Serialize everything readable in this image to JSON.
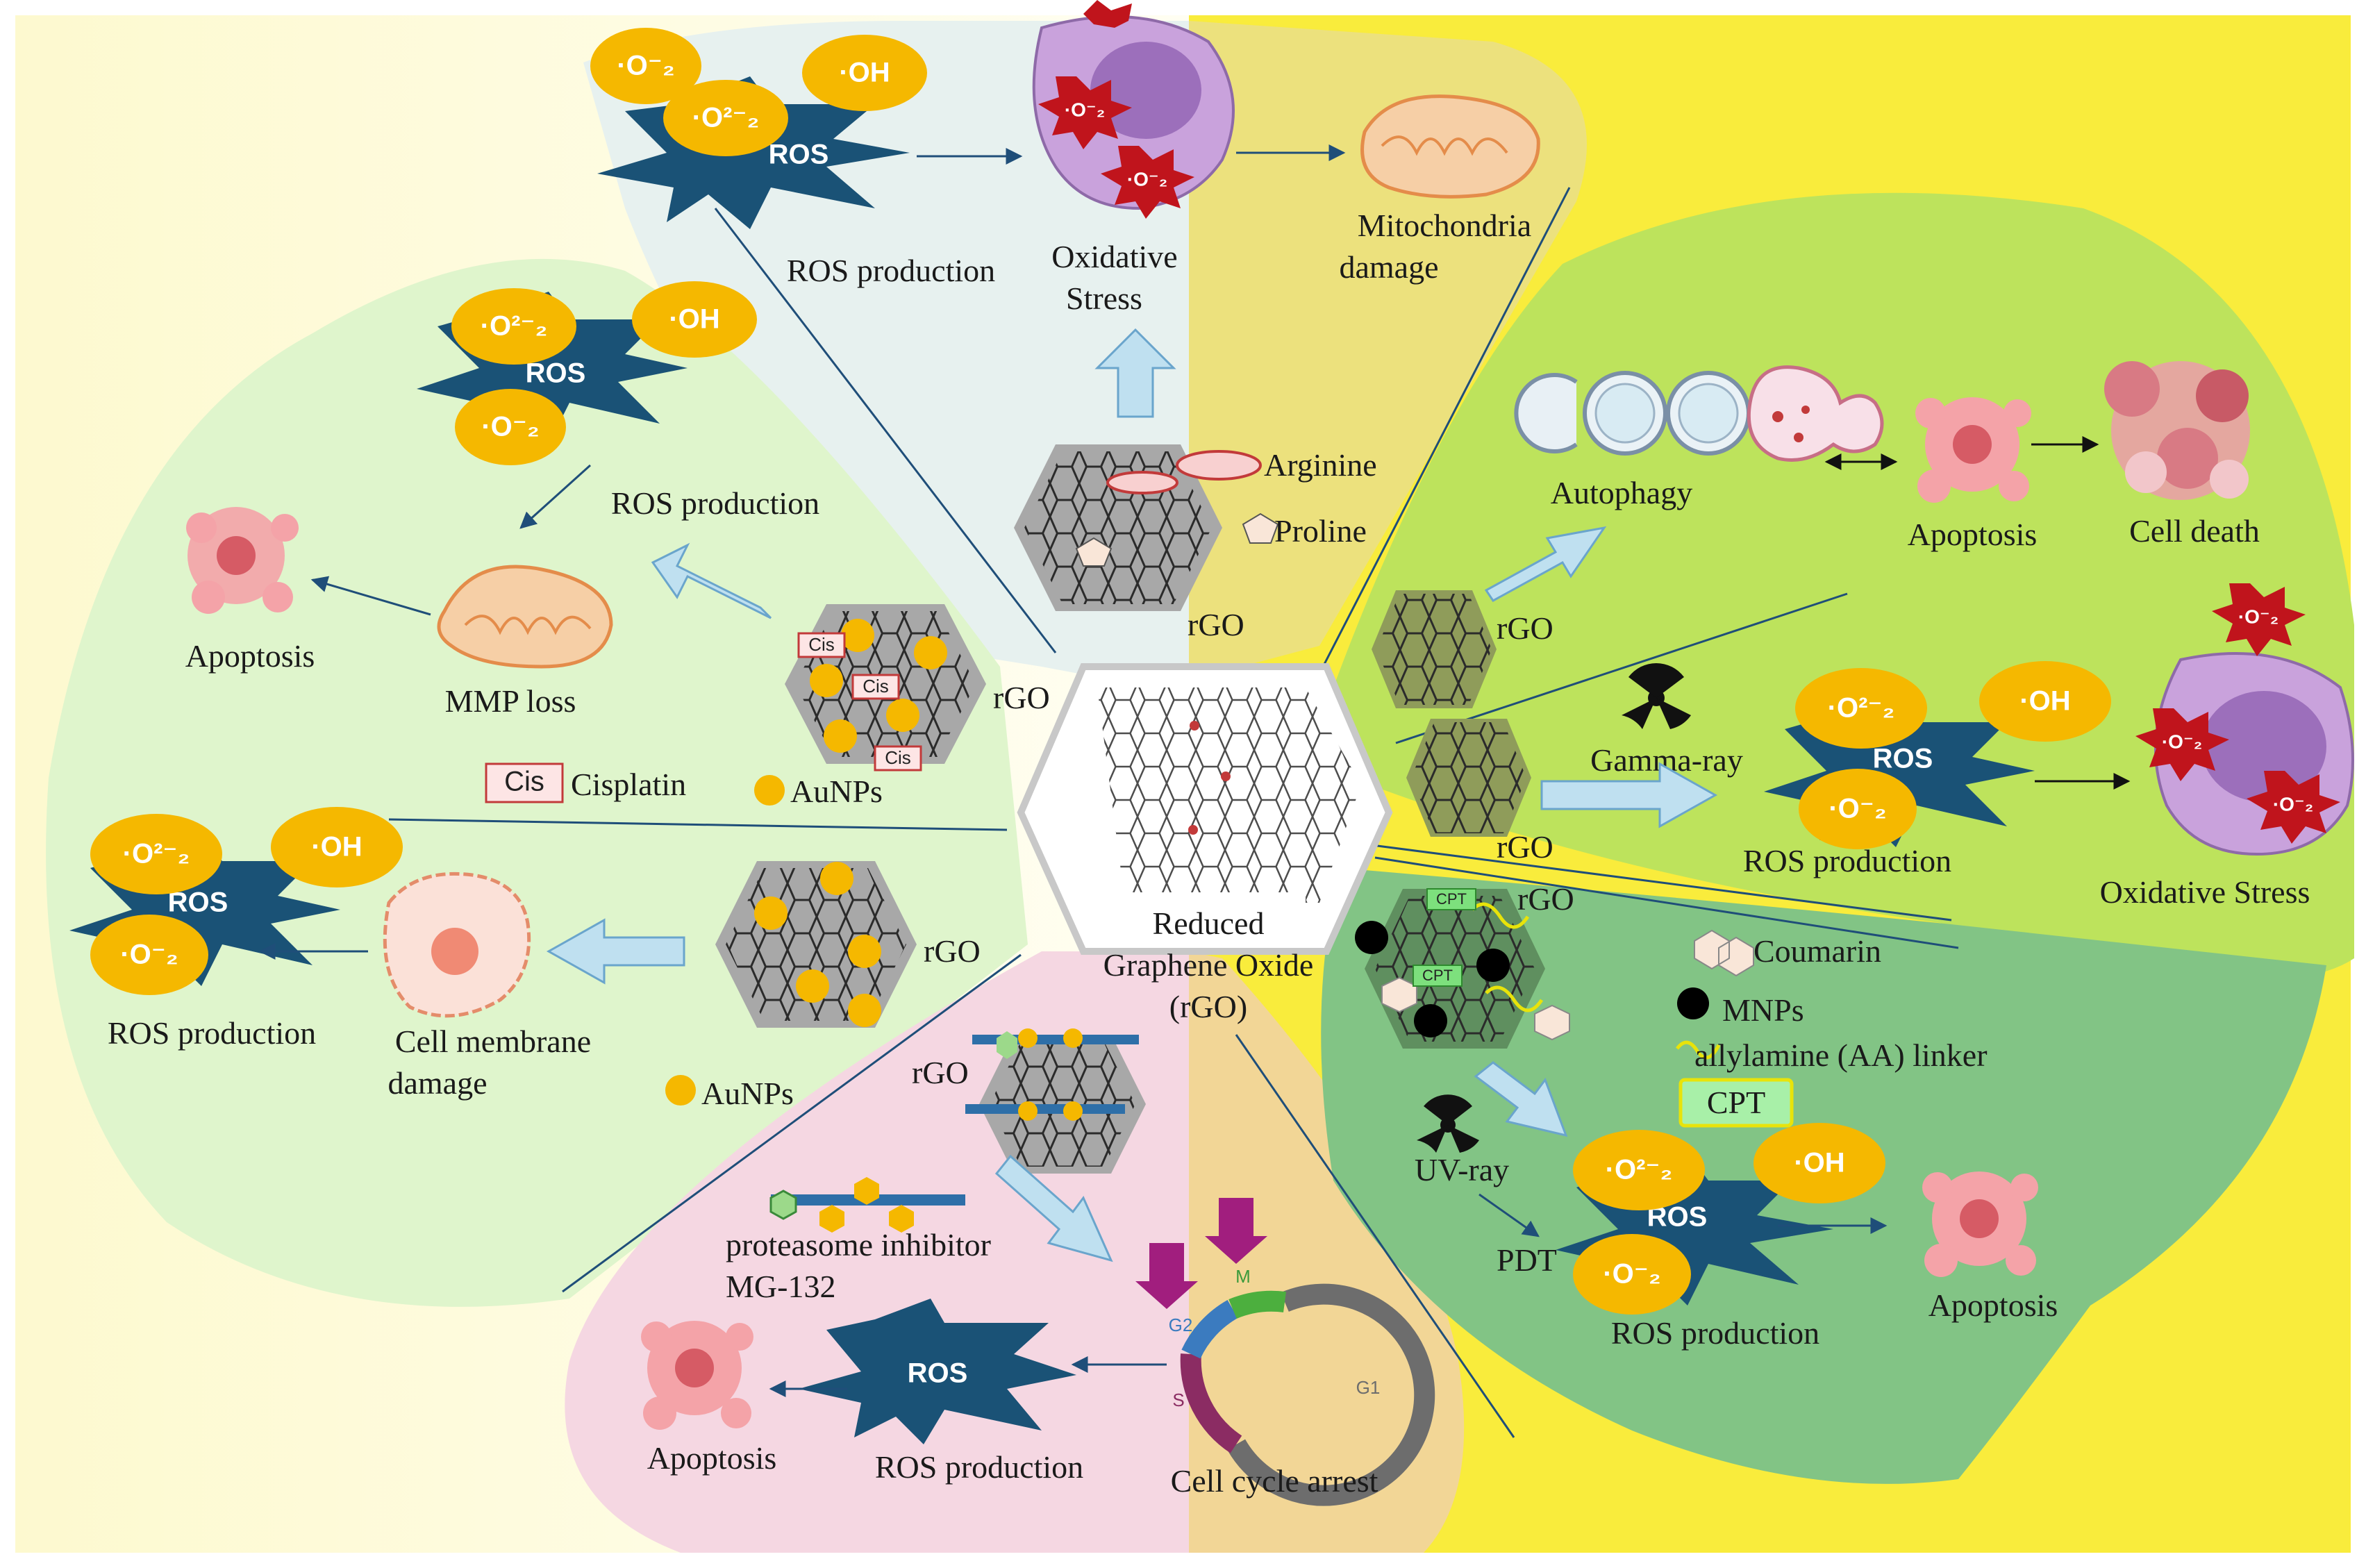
{
  "center": {
    "line1": "Reduced",
    "line2": "Graphene Oxide",
    "line3": "(rGO)"
  },
  "bubbles": {
    "superoxide": "·O⁻₂",
    "peroxide": "·O²⁻₂",
    "hydroxyl": "·OH",
    "ros": "ROS"
  },
  "top": {
    "ros_production": "ROS production",
    "oxidative_stress": "Oxidative\nStress",
    "mitochondria": "Mitochondria\ndamage",
    "arginine": "Arginine",
    "proline": "Proline",
    "rgo": "rGO"
  },
  "upper_left": {
    "ros_production": "ROS production",
    "apoptosis": "Apoptosis",
    "mmp_loss": "MMP loss",
    "rgo": "rGO",
    "cis_tag": "Cis",
    "cisplatin": "Cisplatin",
    "aunps": "AuNPs"
  },
  "lower_left": {
    "ros_production": "ROS production",
    "membrane": "Cell membrane\ndamage",
    "rgo": "rGO",
    "aunps": "AuNPs"
  },
  "bottom": {
    "rgo": "rGO",
    "inhibitor": "proteasome inhibitor\nMG-132",
    "apoptosis": "Apoptosis",
    "ros_production": "ROS production",
    "cell_cycle": "Cell cycle arrest",
    "phases": {
      "m": "M",
      "g2": "G2",
      "s": "S",
      "g1": "G1"
    }
  },
  "right_upper": {
    "autophagy": "Autophagy",
    "apoptosis": "Apoptosis",
    "cell_death": "Cell death",
    "rgo": "rGO"
  },
  "right_middle": {
    "gamma": "Gamma-ray",
    "rgo": "rGO",
    "ros_production": "ROS production",
    "oxidative_stress": "Oxidative Stress"
  },
  "right_lower": {
    "rgo": "rGO",
    "cpt_tag": "CPT",
    "coumarin": "Coumarin",
    "mnps": "MNPs",
    "linker": "allylamine (AA) linker",
    "cpt": "CPT",
    "uv": "UV-ray",
    "pdt": "PDT",
    "ros_production": "ROS production",
    "apoptosis": "Apoptosis"
  },
  "colors": {
    "ros_star": "#1a5276",
    "bubble": "#f5b800",
    "red_star": "#c0141c",
    "pale_yellow": "#fefbd8",
    "bright_yellow": "#f9ec3c",
    "light_green": "#dff5cc",
    "lime_green": "#bde35c",
    "dark_green": "#82c485",
    "pink": "#f5d7e2",
    "tan": "#f2d696",
    "pale_blue": "#e7f1ef",
    "arrow_blue": "#bfe0f0"
  }
}
